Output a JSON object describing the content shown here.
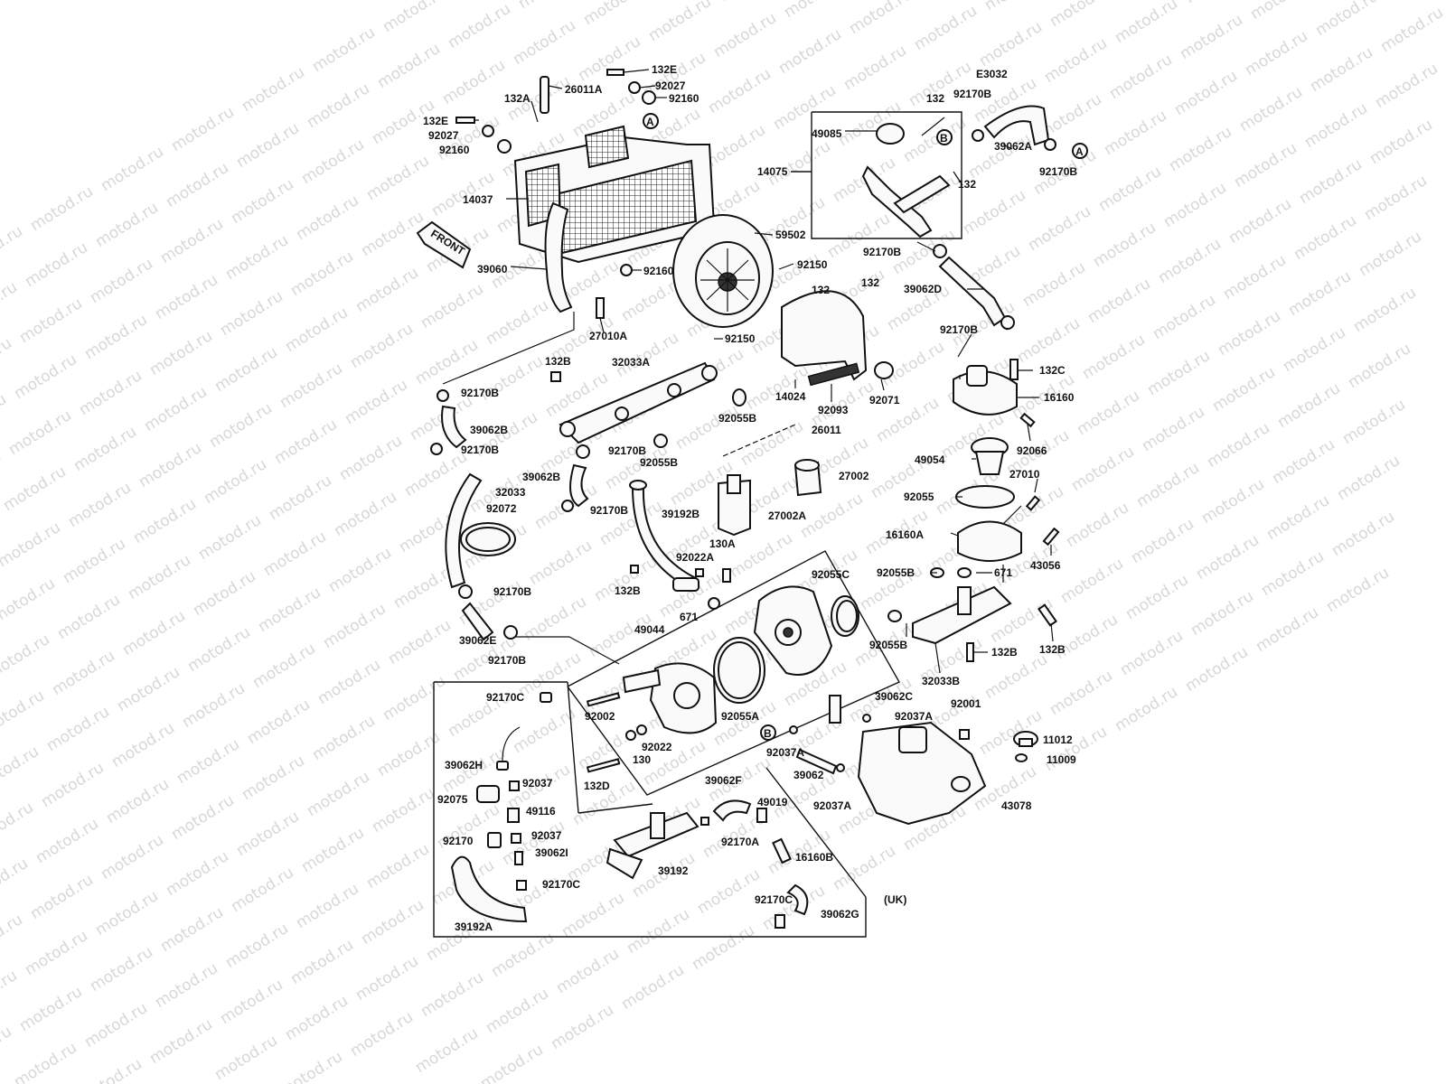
{
  "diagram_code": "E3032",
  "front_arrow_label": "FRONT",
  "region_label": "(UK)",
  "watermark_text": "motod.ru",
  "callouts": [
    {
      "id": "a1",
      "text": "A"
    },
    {
      "id": "a2",
      "text": "A"
    },
    {
      "id": "b1",
      "text": "B"
    },
    {
      "id": "b2",
      "text": "B"
    }
  ],
  "labels": [
    {
      "id": "132E_top",
      "text": "132E"
    },
    {
      "id": "92027_top",
      "text": "92027"
    },
    {
      "id": "92160_top",
      "text": "92160"
    },
    {
      "id": "26011A",
      "text": "26011A"
    },
    {
      "id": "132A",
      "text": "132A"
    },
    {
      "id": "132E_left",
      "text": "132E"
    },
    {
      "id": "92027_left",
      "text": "92027"
    },
    {
      "id": "92160_left",
      "text": "92160"
    },
    {
      "id": "14037",
      "text": "14037"
    },
    {
      "id": "39060",
      "text": "39060"
    },
    {
      "id": "92160_mid",
      "text": "92160"
    },
    {
      "id": "27010A",
      "text": "27010A"
    },
    {
      "id": "59502",
      "text": "59502"
    },
    {
      "id": "92150_a",
      "text": "92150"
    },
    {
      "id": "92150_b",
      "text": "92150"
    },
    {
      "id": "132_fan_a",
      "text": "132"
    },
    {
      "id": "132_fan_b",
      "text": "132"
    },
    {
      "id": "14024",
      "text": "14024"
    },
    {
      "id": "92093",
      "text": "92093"
    },
    {
      "id": "92071",
      "text": "92071"
    },
    {
      "id": "132_box_a",
      "text": "132"
    },
    {
      "id": "92170B_box_top",
      "text": "92170B"
    },
    {
      "id": "49085",
      "text": "49085"
    },
    {
      "id": "14075",
      "text": "14075"
    },
    {
      "id": "39062A",
      "text": "39062A"
    },
    {
      "id": "92170B_right",
      "text": "92170B"
    },
    {
      "id": "132_box_b",
      "text": "132"
    },
    {
      "id": "92170B_box_bot",
      "text": "92170B"
    },
    {
      "id": "39062D",
      "text": "39062D"
    },
    {
      "id": "92170B_d",
      "text": "92170B"
    },
    {
      "id": "132C",
      "text": "132C"
    },
    {
      "id": "16160",
      "text": "16160"
    },
    {
      "id": "92066",
      "text": "92066"
    },
    {
      "id": "49054",
      "text": "49054"
    },
    {
      "id": "27010",
      "text": "27010"
    },
    {
      "id": "92055",
      "text": "92055"
    },
    {
      "id": "16160A",
      "text": "16160A"
    },
    {
      "id": "43056",
      "text": "43056"
    },
    {
      "id": "92055B_r",
      "text": "92055B"
    },
    {
      "id": "671_r",
      "text": "671"
    },
    {
      "id": "92055B_r2",
      "text": "92055B"
    },
    {
      "id": "132B_r1",
      "text": "132B"
    },
    {
      "id": "132B_r2",
      "text": "132B"
    },
    {
      "id": "32033B",
      "text": "32033B"
    },
    {
      "id": "132B_tl",
      "text": "132B"
    },
    {
      "id": "32033A",
      "text": "32033A"
    },
    {
      "id": "92170B_l1",
      "text": "92170B"
    },
    {
      "id": "39062B_l",
      "text": "39062B"
    },
    {
      "id": "92170B_l2",
      "text": "92170B"
    },
    {
      "id": "92055B_c1",
      "text": "92055B"
    },
    {
      "id": "26011",
      "text": "26011"
    },
    {
      "id": "92170B_c",
      "text": "92170B"
    },
    {
      "id": "92055B_c2",
      "text": "92055B"
    },
    {
      "id": "39062B_c",
      "text": "39062B"
    },
    {
      "id": "27002",
      "text": "27002"
    },
    {
      "id": "32033",
      "text": "32033"
    },
    {
      "id": "92072",
      "text": "92072"
    },
    {
      "id": "92170B_c2",
      "text": "92170B"
    },
    {
      "id": "39192B",
      "text": "39192B"
    },
    {
      "id": "27002A",
      "text": "27002A"
    },
    {
      "id": "130A",
      "text": "130A"
    },
    {
      "id": "92022A",
      "text": "92022A"
    },
    {
      "id": "132B_c",
      "text": "132B"
    },
    {
      "id": "92055C",
      "text": "92055C"
    },
    {
      "id": "671_c",
      "text": "671"
    },
    {
      "id": "92170B_l3",
      "text": "92170B"
    },
    {
      "id": "39062E",
      "text": "39062E"
    },
    {
      "id": "92170B_l4",
      "text": "92170B"
    },
    {
      "id": "49044",
      "text": "49044"
    },
    {
      "id": "92170C_a",
      "text": "92170C"
    },
    {
      "id": "92002",
      "text": "92002"
    },
    {
      "id": "92022",
      "text": "92022"
    },
    {
      "id": "130",
      "text": "130"
    },
    {
      "id": "92055A",
      "text": "92055A"
    },
    {
      "id": "132D",
      "text": "132D"
    },
    {
      "id": "39062C",
      "text": "39062C"
    },
    {
      "id": "92037A_a",
      "text": "92037A"
    },
    {
      "id": "92001",
      "text": "92001"
    },
    {
      "id": "11012",
      "text": "11012"
    },
    {
      "id": "11009",
      "text": "11009"
    },
    {
      "id": "92037A_b",
      "text": "92037A"
    },
    {
      "id": "39062",
      "text": "39062"
    },
    {
      "id": "92037A_c",
      "text": "92037A"
    },
    {
      "id": "43078",
      "text": "43078"
    },
    {
      "id": "39062H",
      "text": "39062H"
    },
    {
      "id": "92037_a",
      "text": "92037"
    },
    {
      "id": "92075",
      "text": "92075"
    },
    {
      "id": "49116",
      "text": "49116"
    },
    {
      "id": "92170",
      "text": "92170"
    },
    {
      "id": "92037_b",
      "text": "92037"
    },
    {
      "id": "39062I",
      "text": "39062I"
    },
    {
      "id": "92170C_b",
      "text": "92170C"
    },
    {
      "id": "39192A",
      "text": "39192A"
    },
    {
      "id": "39062F",
      "text": "39062F"
    },
    {
      "id": "49019",
      "text": "49019"
    },
    {
      "id": "92170A",
      "text": "92170A"
    },
    {
      "id": "39192",
      "text": "39192"
    },
    {
      "id": "16160B",
      "text": "16160B"
    },
    {
      "id": "92170C_c",
      "text": "92170C"
    },
    {
      "id": "39062G",
      "text": "39062G"
    }
  ]
}
